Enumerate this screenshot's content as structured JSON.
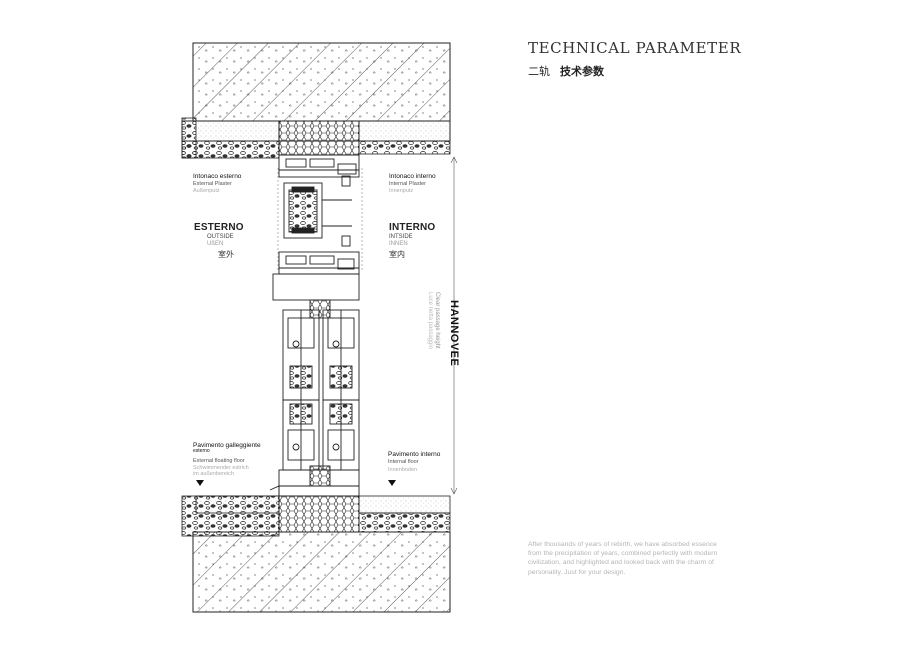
{
  "header": {
    "title": "TECHNICAL PARAMETER",
    "subtitle_prefix": "二轨",
    "subtitle_main": "技术参数"
  },
  "zones": {
    "exterior": {
      "title": "ESTERNO",
      "outside": "OUTSIDE",
      "german": "UßEN",
      "chinese": "室外"
    },
    "interior": {
      "title": "INTERNO",
      "inside": "INTSIDE",
      "german": "INNEN",
      "chinese": "室内"
    }
  },
  "plaster": {
    "external": {
      "italian": "Intonaco esterno",
      "english": "External Plaster",
      "german": "Außenputz"
    },
    "internal": {
      "italian": "Intonaco interno",
      "english": "Internal Plaster",
      "german": "Innenputz"
    }
  },
  "floor": {
    "external": {
      "italian": "Pavimento galleggiente",
      "italian2": "esterno",
      "english": "External floating floor",
      "german1": "Schwimmender estrich",
      "german2": "im außenbereich"
    },
    "internal": {
      "italian": "Pavimento interno",
      "english": "Internal floor",
      "german": "Innenboden"
    }
  },
  "dimension": {
    "brand": "HANNOVEE",
    "clear_en": "Clear passage height",
    "clear_it": "Luce netta passaggio"
  },
  "description": "After thousands of years of rebirth, we have absorbed essence from the precipitation of years, combined perfectly with modern civilization, and highlighted and looked back with the charm of personality. Just for your design."
}
